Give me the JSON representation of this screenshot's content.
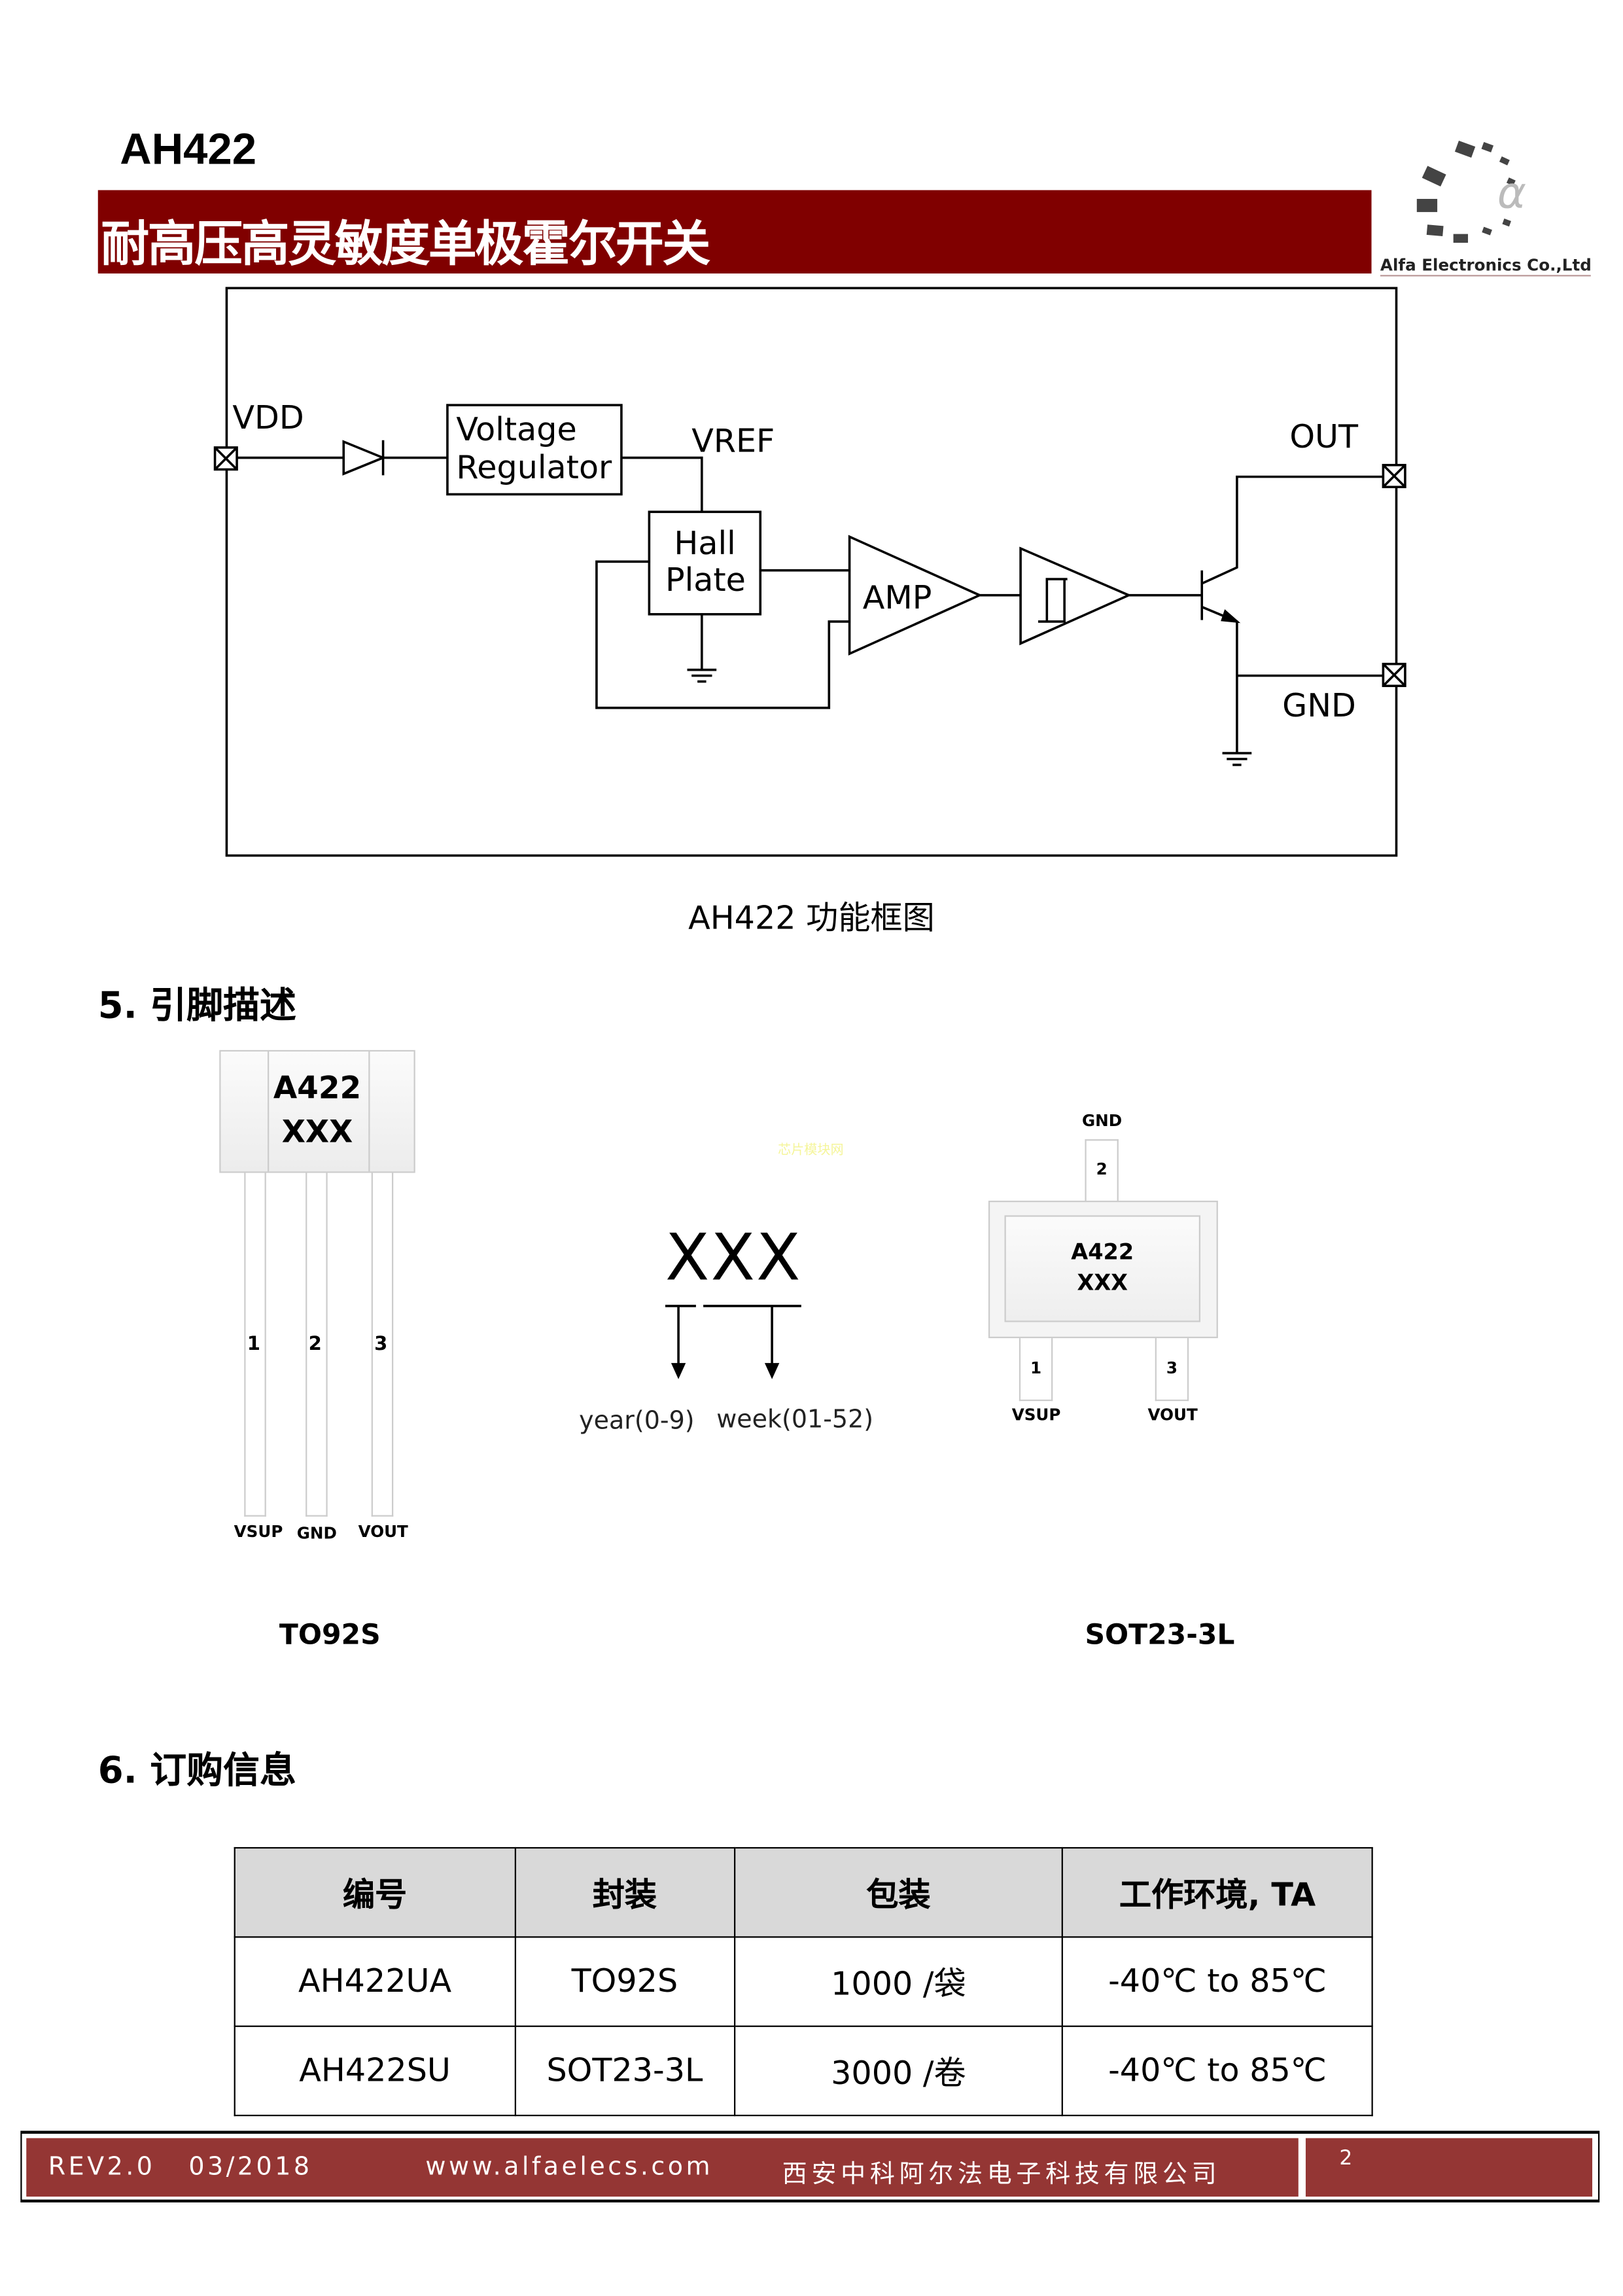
{
  "header": {
    "doc_title": "AH422",
    "subtitle": "耐高压高灵敏度单极霍尔开关",
    "logo_text": "Alfa Electronics Co.,Ltd",
    "logo_glyph": "α",
    "brand_color": "#800000"
  },
  "block_diagram": {
    "labels": {
      "vdd": "VDD",
      "vref": "VREF",
      "out": "OUT",
      "gnd": "GND",
      "regulator_line1": "Voltage",
      "regulator_line2": "Regulator",
      "hall_line1": "Hall",
      "hall_line2": "Plate",
      "amp": "AMP"
    },
    "caption": "AH422 功能框图"
  },
  "section5": {
    "title": "5.  引脚描述",
    "to92s": {
      "mark_line1": "A422",
      "mark_line2": "XXX",
      "pins": [
        {
          "num": "1",
          "name": "VSUP"
        },
        {
          "num": "2",
          "name": "GND"
        },
        {
          "num": "3",
          "name": "VOUT"
        }
      ],
      "label": "TO92S"
    },
    "code": {
      "xxx": "XXX",
      "year": "year(0-9)",
      "week": "week(01-52)",
      "watermark": "芯片模块网"
    },
    "sot23": {
      "mark_line1": "A422",
      "mark_line2": "XXX",
      "pins": [
        {
          "num": "1",
          "name": "VSUP"
        },
        {
          "num": "2",
          "name": "GND"
        },
        {
          "num": "3",
          "name": "VOUT"
        }
      ],
      "label": "SOT23-3L"
    }
  },
  "section6": {
    "title": "6.  订购信息",
    "table": {
      "headers": [
        "编号",
        "封装",
        "包装",
        "工作环境, TA"
      ],
      "rows": [
        [
          "AH422UA",
          "TO92S",
          "1000 /袋",
          "-40℃  to 85℃"
        ],
        [
          "AH422SU",
          "SOT23-3L",
          "3000 /卷",
          "-40℃  to 85℃"
        ]
      ]
    }
  },
  "footer": {
    "rev": "REV2.0",
    "date": "03/2018",
    "website": "www.alfaelecs.com",
    "company": "西安中科阿尔法电子科技有限公司",
    "page": "2",
    "color": "#943634"
  }
}
